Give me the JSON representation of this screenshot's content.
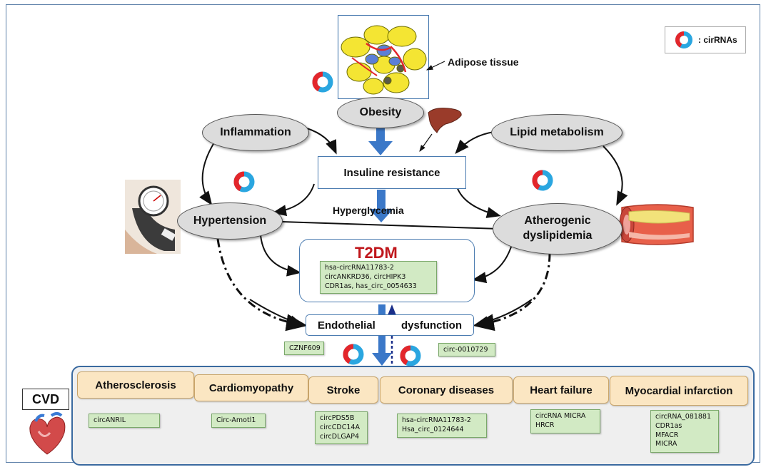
{
  "legend": {
    "label": ": cirRNAs"
  },
  "top": {
    "adipose_label": "Adipose tissue"
  },
  "nodes": {
    "obesity": "Obesity",
    "inflammation": "Inflammation",
    "lipid_metabolism": "Lipid metabolism",
    "insulin_resistance": "Insuline resistance",
    "hyperglycemia": "Hyperglycemia",
    "hypertension": "Hypertension",
    "atherogenic_dyslipidemia": "Atherogenic dyslipidemia",
    "t2dm": "T2DM",
    "endothelial_dysfunction": "Endothelial dysfunction"
  },
  "t2dm_rnas": [
    "hsa-circRNA11783-2",
    "circANKRD36, circHIPK3",
    "CDR1as, has_circ_0054633"
  ],
  "endothelial_rnas": {
    "left": "CZNF609",
    "right": "circ-0010729"
  },
  "cvd": {
    "label": "CVD",
    "diseases": [
      {
        "name": "Atherosclerosis",
        "rnas": [
          "circANRIL"
        ]
      },
      {
        "name": "Cardiomyopathy",
        "rnas": [
          "Circ-Amotl1"
        ]
      },
      {
        "name": "Stroke",
        "rnas": [
          "circPDS5B",
          "circCDC14A",
          "circDLGAP4"
        ]
      },
      {
        "name": "Coronary diseases",
        "rnas": [
          "hsa-circRNA11783-2",
          "Hsa_circ_0124644"
        ]
      },
      {
        "name": "Heart failure",
        "rnas": [
          "circRNA MICRA",
          "HRCR"
        ]
      },
      {
        "name": "Myocardial infarction",
        "rnas": [
          "circRNA_081881",
          "CDR1as",
          "MFACR",
          "MICRA"
        ]
      }
    ]
  },
  "colors": {
    "ring_red": "#e3262b",
    "ring_blue": "#2aa6e0",
    "arrow_blue": "#3b78c8",
    "title_red": "#c0171c"
  }
}
